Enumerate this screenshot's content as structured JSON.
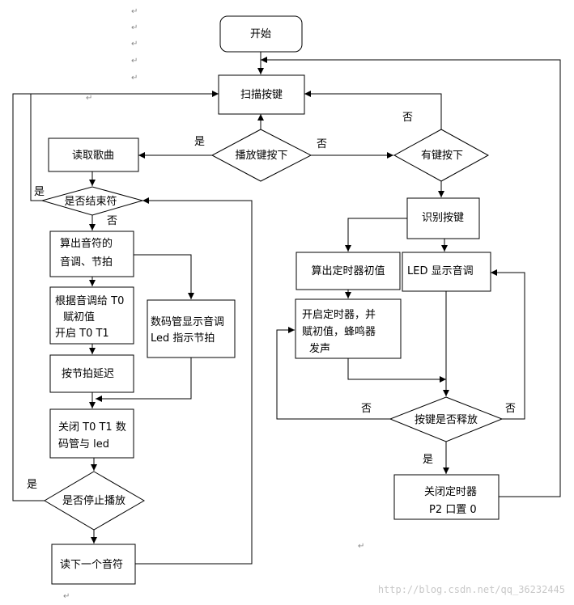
{
  "nodes": {
    "start": "开始",
    "scan": "扫描按键",
    "play_pressed": "播放键按下",
    "read_song": "读取歌曲",
    "is_end": "是否结束符",
    "calc_note_1": "算出音符的",
    "calc_note_2": "音调、节拍",
    "set_t0_1": "根据音调给 T0",
    "set_t0_2": "赋初值",
    "set_t0_3": "开启 T0 T1",
    "display_1": "数码管显示音调",
    "display_2": "Led 指示节拍",
    "delay": "按节拍延迟",
    "close_1": "关闭 T0 T1 数",
    "close_2": "码管与 led",
    "is_stop": "是否停止播放",
    "read_next": "读下一个音符",
    "key_pressed": "有键按下",
    "identify": "识别按键",
    "calc_timer": "算出定时器初值",
    "led_show": "LED 显示音调",
    "start_timer_1": "开启定时器，并",
    "start_timer_2": "赋初值，蜂鸣器",
    "start_timer_3": "发声",
    "released": "按键是否释放",
    "close_timer_1": "关闭定时器",
    "close_timer_2": "P2 口置 0"
  },
  "labels": {
    "yes_play": "是",
    "no_play": "否",
    "yes_end": "是",
    "no_end": "否",
    "yes_stop": "是",
    "no_key": "否",
    "no_released_left": "否",
    "no_released_right": "否",
    "yes_released": "是"
  },
  "paragraph_mark": "↵",
  "watermark": "http://blog.csdn.net/qq_36232445"
}
